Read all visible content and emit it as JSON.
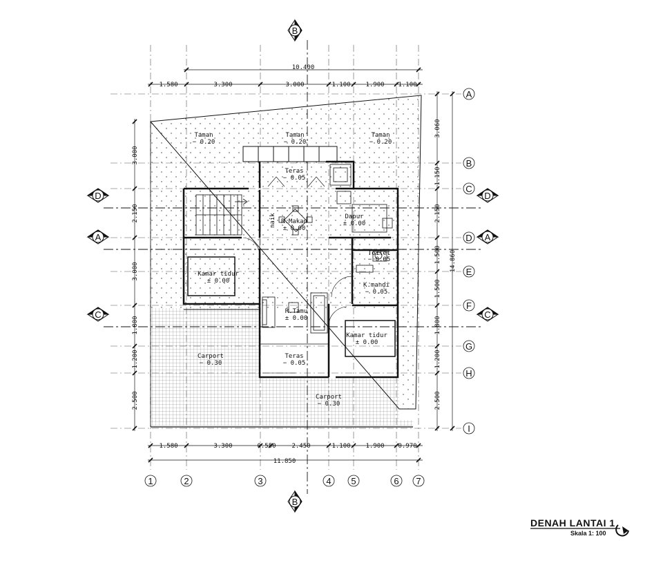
{
  "title": {
    "main": "DENAH LANTAI 1",
    "scale": "Skala 1: 100"
  },
  "section_markers": {
    "b": "B",
    "c": "C",
    "d": "D",
    "a": "A"
  },
  "grid_columns": [
    "1",
    "2",
    "3",
    "4",
    "5",
    "6",
    "7"
  ],
  "grid_rows": [
    "A",
    "B",
    "C",
    "D",
    "E",
    "F",
    "G",
    "H",
    "I"
  ],
  "dimensions": {
    "top_total": "10.400",
    "top_segments": [
      "1.580",
      "3.300",
      "3.000",
      "1.100",
      "1.900",
      "1.100"
    ],
    "bottom_segments": [
      "1.580",
      "3.300",
      "0.550",
      "2.450",
      "1.100",
      "1.900",
      "0.970"
    ],
    "bottom_total": "11.850",
    "left_segments": [
      "3.000",
      "2.150",
      "3.000",
      "1.800",
      "1.200",
      "2.500"
    ],
    "right_segments": [
      "3.060",
      "1.150",
      "2.150",
      "1.500",
      "1.500",
      "1.800",
      "1.200",
      "2.500"
    ],
    "right_total": "14.860"
  },
  "rooms": {
    "taman_left": {
      "name": "Taman",
      "level": "− 0.20"
    },
    "taman_mid": {
      "name": "Taman",
      "level": "− 0.20"
    },
    "taman_right": {
      "name": "Taman",
      "level": "− 0.20"
    },
    "teras_top": {
      "name": "Teras",
      "level": "− 0.05"
    },
    "makan": {
      "name": "R.Makan",
      "level": "± 0.00"
    },
    "dapur": {
      "name": "Dapur",
      "level": "± 0.00"
    },
    "toilet": {
      "name": "Toilet",
      "level": "− 0.05"
    },
    "kamar1": {
      "name": "Kamar tidur",
      "level": "± 0.00"
    },
    "kmandi": {
      "name": "K.mandi",
      "level": "− 0.05"
    },
    "tamu": {
      "name": "R.Tamu",
      "level": "± 0.00"
    },
    "kamar2": {
      "name": "Kamar tidur",
      "level": "± 0.00"
    },
    "carport_left": {
      "name": "Carport",
      "level": "− 0.30"
    },
    "teras_bottom": {
      "name": "Teras",
      "level": "− 0.05"
    },
    "carport_right": {
      "name": "Carport",
      "level": "− 0.30"
    }
  },
  "stair_label": "naik"
}
